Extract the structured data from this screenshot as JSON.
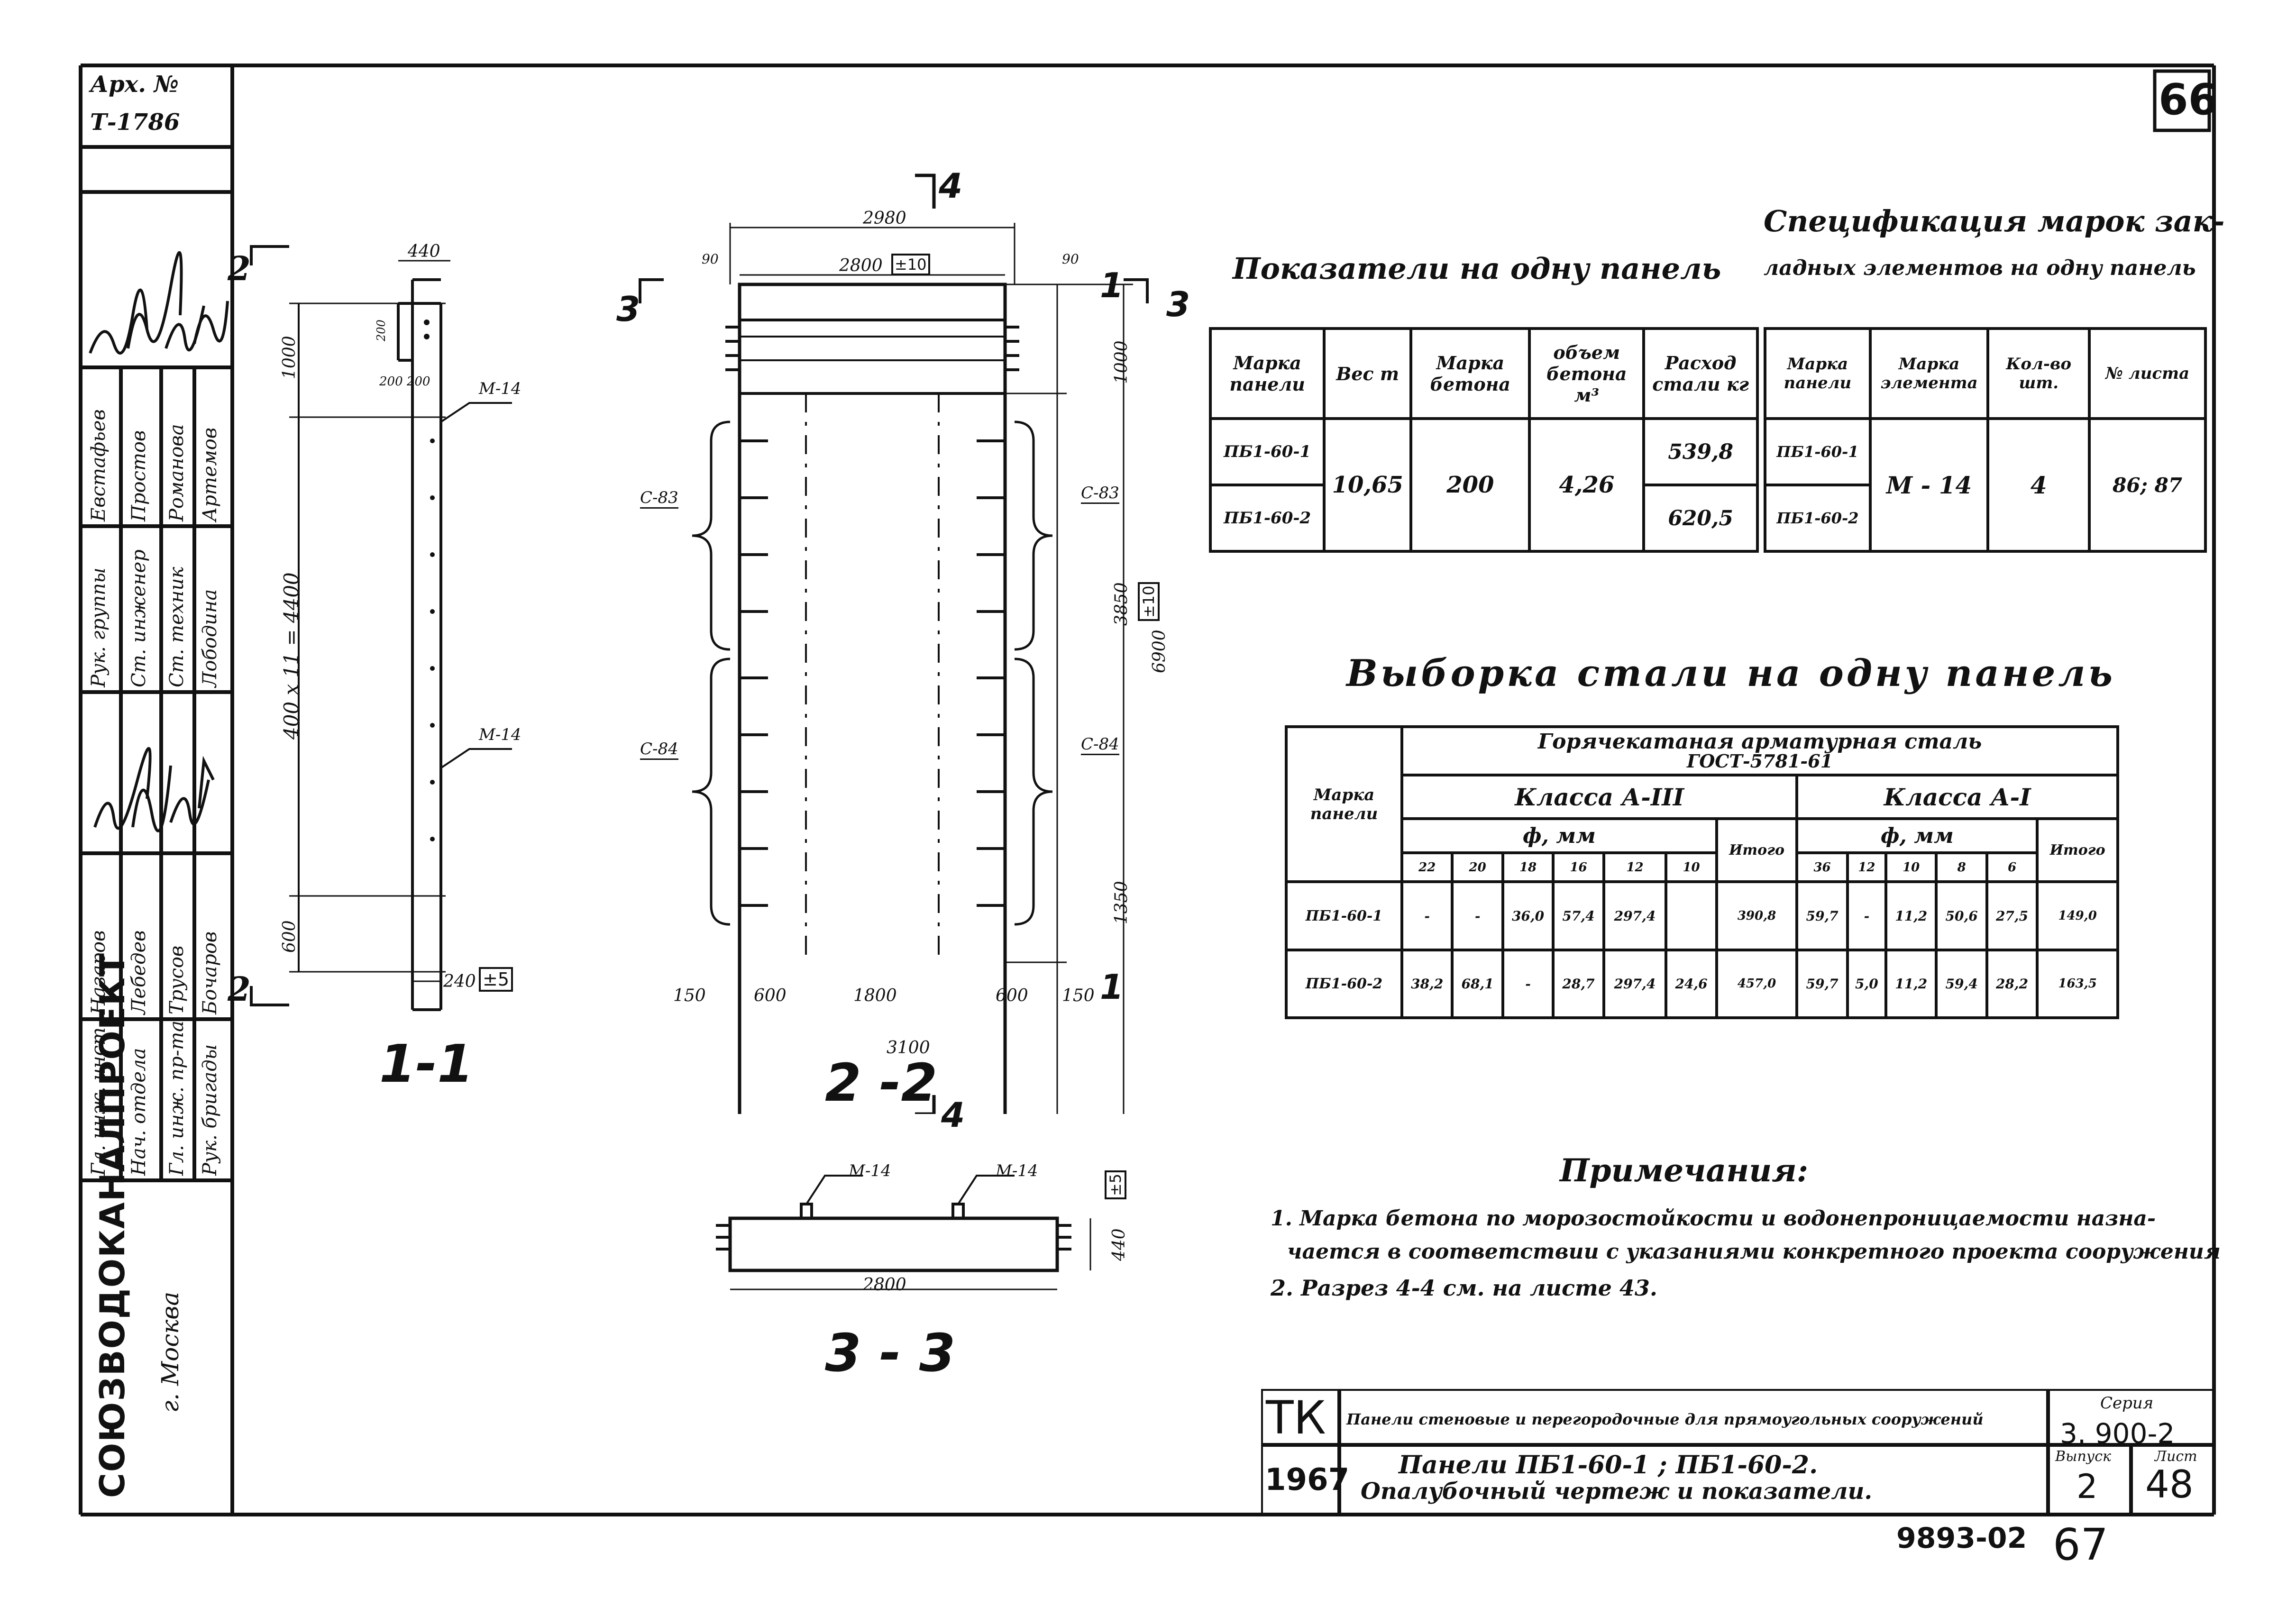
{
  "sheet_number_top": "66",
  "side_block": {
    "arch_label": "Арх. №",
    "arch_number": "Т-1786",
    "org_name": "СОЮЗВОДОКАНАЛПРОЕКТ",
    "city": "г. Москва",
    "roles": [
      "Гл. инж. инст.",
      "Нач. отдела",
      "Гл. инж. пр-та",
      "Рук. бригады",
      "Рук. группы",
      "Ст. инженер",
      "Ст. техник"
    ],
    "names": [
      "Назаров",
      "Лебедев",
      "Трусов",
      "Бочаров",
      "Евстафьев",
      "Простов",
      "Романова",
      "Артемов",
      "Лободина"
    ]
  },
  "views": {
    "v11": {
      "label": "1-1",
      "top_dim": "440",
      "dim_1000": "1000",
      "dim_mid": "400 x 11 = 4400",
      "dim_600": "600",
      "dim_bottom": "240",
      "tol_bottom": "±5",
      "detail_a": "200",
      "detail_b": "200 200",
      "tag_m14_a": "М-14",
      "tag_m14_b": "М-14",
      "section_mark": "2"
    },
    "v22": {
      "label": "2 -2",
      "dim_top_overall": "2980",
      "dim_top_inner": "2800",
      "tol_top": "±10",
      "dim_90_left": "90",
      "dim_90_right": "90",
      "dim_1000": "1000",
      "dim_3850": "3850",
      "tol_3850": "±10",
      "dim_6900": "6900",
      "dim_1350": "1350",
      "bot_150_left": "150",
      "bot_600_left": "600",
      "bot_1800": "1800",
      "bot_600_right": "600",
      "bot_150_right": "150",
      "dim_3100": "3100",
      "c83_left": "С-83",
      "c83_right": "С-83",
      "c84_left": "С-84",
      "c84_right": "С-84",
      "mark_top": "4",
      "mark_bottom": "4",
      "mark_3_left": "3",
      "mark_3_right": "3",
      "mark_1_top": "1",
      "mark_1_bottom": "1"
    },
    "v33": {
      "label": "3 - 3",
      "tag_a": "М-14",
      "tag_b": "М-14",
      "dim_2800": "2800",
      "dim_440": "440",
      "tol": "±5"
    }
  },
  "indicators_table": {
    "title": "Показатели на одну панель",
    "headers": [
      "Марка панели",
      "Вес т",
      "Марка бетона",
      "объем бетона м³",
      "Расход стали кг"
    ],
    "rows": [
      {
        "mark": "ПБ1-60-1",
        "weight": "10,65",
        "concrete": "200",
        "volume": "4,26",
        "steel": "539,8"
      },
      {
        "mark": "ПБ1-60-2",
        "steel": "620,5"
      }
    ]
  },
  "spec_table": {
    "title_1": "Спецификация марок зак-",
    "title_2": "ладных элементов на одну панель",
    "headers": [
      "Марка панели",
      "Марка элемента",
      "Кол-во шт.",
      "№ листа"
    ],
    "rows": [
      {
        "mark": "ПБ1-60-1",
        "element": "М - 14",
        "count": "4",
        "sheet": "86; 87"
      },
      {
        "mark": "ПБ1-60-2"
      }
    ]
  },
  "steel_table": {
    "title": "Выборка стали на одну панель",
    "group_title_1": "Горячекатаная арматурная сталь",
    "group_title_2": "ГОСТ-5781-61",
    "header_mark": "Марка панели",
    "class_a3": "Класса  А-III",
    "class_a1": "Класса  А-I",
    "phi_mm": "ф, мм",
    "total": "Итого",
    "diam_a3": [
      "22",
      "20",
      "18",
      "16",
      "12",
      "10"
    ],
    "diam_a1": [
      "36",
      "12",
      "10",
      "8",
      "6"
    ],
    "rows": [
      {
        "mark": "ПБ1-60-1",
        "a3": [
          "-",
          "-",
          "36,0",
          "57,4",
          "297,4",
          ""
        ],
        "a3_total": "390,8",
        "a1": [
          "59,7",
          "-",
          "11,2",
          "50,6",
          "27,5"
        ],
        "a1_total": "149,0"
      },
      {
        "mark": "ПБ1-60-2",
        "a3": [
          "38,2",
          "68,1",
          "-",
          "28,7",
          "297,4",
          "24,6"
        ],
        "a3_total": "457,0",
        "a1": [
          "59,7",
          "5,0",
          "11,2",
          "59,4",
          "28,2"
        ],
        "a1_total": "163,5"
      }
    ]
  },
  "notes": {
    "title": "Примечания:",
    "n1a": "1. Марка бетона по морозостойкости и водонепроницаемости назна-",
    "n1b": "чается в соответствии с указаниями конкретного проекта сооружения",
    "n2": "2. Разрез 4-4 см. на листе 43."
  },
  "title_block": {
    "tk": "ТК",
    "year": "1967",
    "desc_top": "Панели стеновые и перегородочные для прямоугольных сооружений",
    "desc_1": "Панели ПБ1-60-1 ;  ПБ1-60-2.",
    "desc_2": "Опалубочный чертеж и показатели.",
    "series_label": "Серия",
    "series": "3. 900-2",
    "issue_label": "Выпуск",
    "issue": "2",
    "sheet_label": "Лист",
    "sheet": "48"
  },
  "bottom_stamp": "9893-02",
  "bottom_page": "67"
}
